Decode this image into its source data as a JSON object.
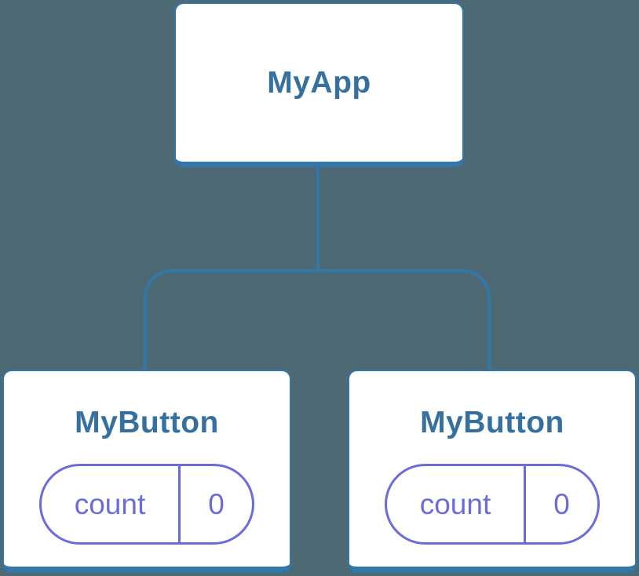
{
  "colors": {
    "background": "#4d6a74",
    "node_fill": "#ffffff",
    "line_blue": "#3377a9",
    "label_blue": "#35709e",
    "state_purple": "#6b6bdb"
  },
  "tree": {
    "root": {
      "label": "MyApp"
    },
    "children": [
      {
        "label": "MyButton",
        "state": {
          "key": "count",
          "value": "0"
        }
      },
      {
        "label": "MyButton",
        "state": {
          "key": "count",
          "value": "0"
        }
      }
    ]
  }
}
